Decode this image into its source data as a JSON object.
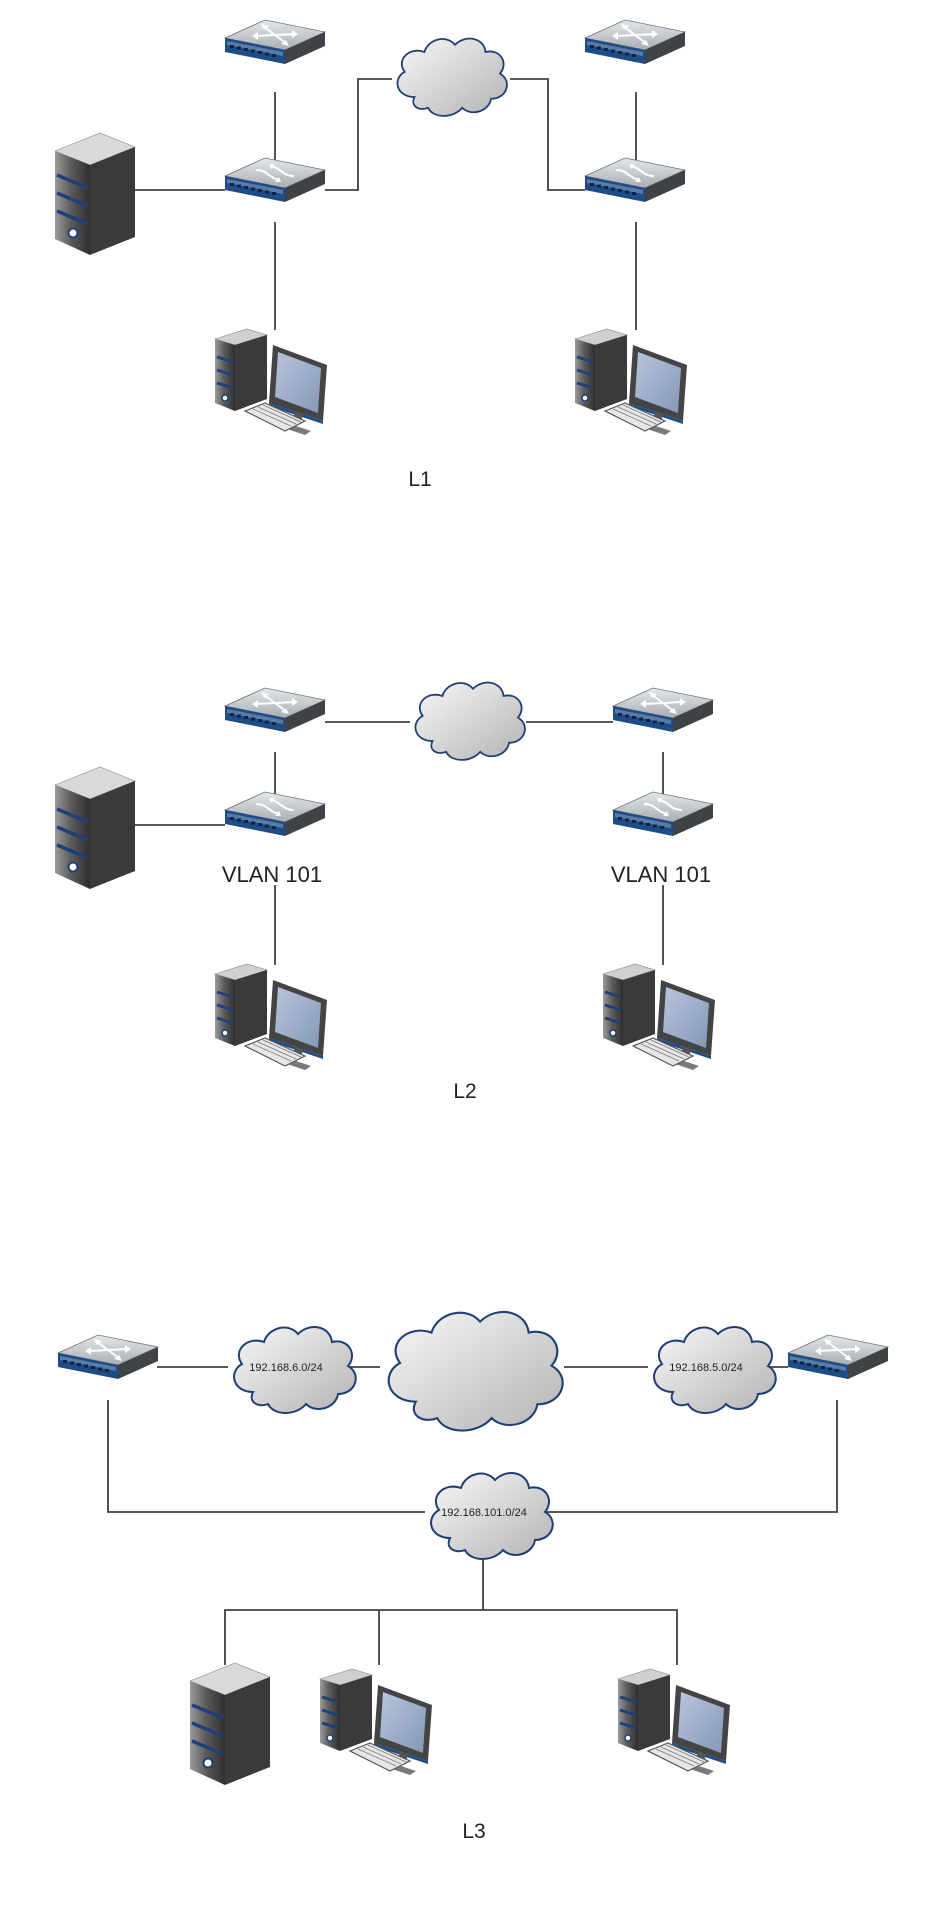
{
  "sections": [
    {
      "id": "l1",
      "caption": "L1"
    },
    {
      "id": "l2",
      "caption": "L2",
      "vlan_labels": [
        "VLAN 101",
        "VLAN 101"
      ]
    },
    {
      "id": "l3",
      "caption": "L3",
      "networks": [
        "192.168.6.0/24",
        "192.168.5.0/24",
        "192.168.101.0/24"
      ]
    }
  ],
  "palette": {
    "line": "#404040",
    "device_body": "#4a4d52",
    "device_top": "#dcdfe4",
    "port_strip": "#1e4c86",
    "cloud_fill_light": "#f6f6f6",
    "cloud_fill_dark": "#b7b7b7",
    "cloud_outline": "#1f3f75",
    "monitor_screen": "#9fb0cc"
  },
  "icons": [
    "router-icon",
    "switch-icon",
    "server-icon",
    "workstation-icon",
    "cloud-icon"
  ]
}
